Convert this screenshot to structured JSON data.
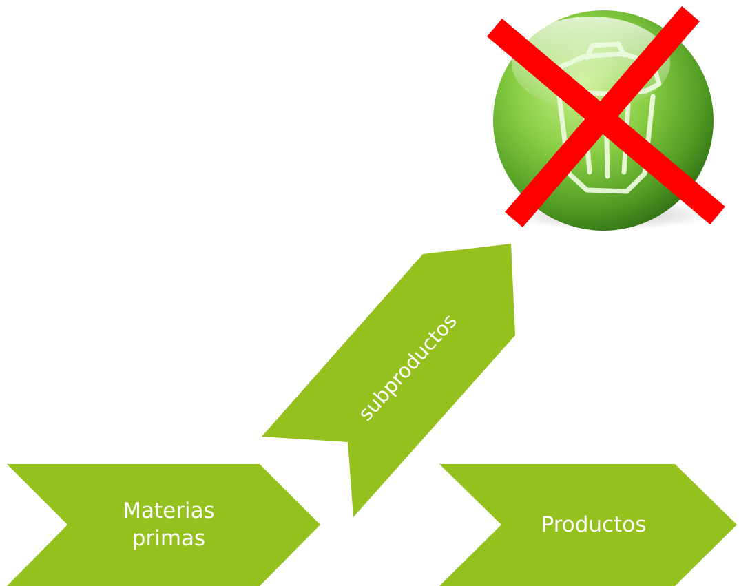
{
  "colors": {
    "chevron_fill": "#95C11F",
    "label_text": "#FFFFFF",
    "cross": "#FF0000",
    "badge_green": "#79C23A"
  },
  "diagram": {
    "input_chevron": {
      "label_line1": "Materias",
      "label_line2": "primas"
    },
    "output_chevron": {
      "label": "Productos"
    },
    "byproduct_arrow": {
      "label": "subproductos"
    },
    "waste_badge": {
      "icon": "trash-bin-icon",
      "overlay": "red-cross-icon"
    }
  }
}
